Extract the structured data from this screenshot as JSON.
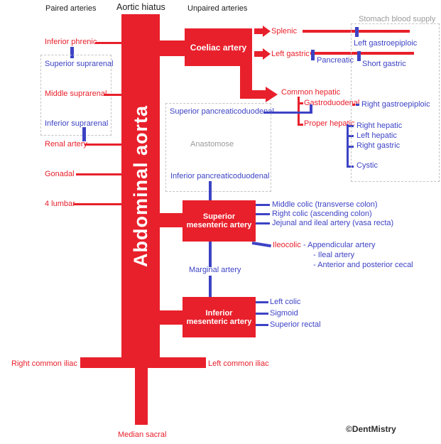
{
  "header": {
    "paired_arteries": "Paired arteries",
    "aortic_hiatus": "Aortic hiatus",
    "unpaired_arteries": "Unpaired arteries"
  },
  "aorta_label": "Abdominal aorta",
  "paired": {
    "inferior_phrenic": "Inferior phrenic",
    "superior_suprarenal": "Superior suprarenal",
    "middle_suprarenal": "Middle suprarenal",
    "inferior_suprarenal": "Inferior suprarenal",
    "renal_artery": "Renal artery",
    "gonadal": "Gonadal",
    "lumbar": "4 lumbar"
  },
  "coeliac": {
    "title": "Coeliac artery",
    "splenic": "Splenic",
    "left_gastric": "Left gastric",
    "pancreatic": "Pancreatic",
    "common_hepatic": "Common hepatic",
    "gastroduodenal": "Gastroduodenal",
    "right_gastroepiploic": "Right gastroepiploic",
    "proper_hepatic": "Proper hepatic",
    "proper_hepatic_branches": [
      "Right hepatic",
      "Left hepatic",
      "Right gastric",
      "Cystic"
    ]
  },
  "stomach_box": {
    "title": "Stomach blood supply",
    "left_gastroepiploic": "Left gastroepiploic",
    "short_gastric": "Short gastric"
  },
  "anastomose_box": {
    "superior_pancreaticoduodenal": "Superior pancreaticoduodenal",
    "label": "Anastomose",
    "inferior_pancreaticoduodenal": "Inferior pancreaticoduodenal"
  },
  "sma": {
    "title": "Superior mesenteric artery",
    "branches": [
      "Middle colic (transverse colon)",
      "Right colic (ascending colon)",
      "Jejunal and ileal artery (vasa recta)"
    ],
    "ileocolic": "Ileocolic",
    "ileocolic_branches": [
      " - Appendicular artery",
      "- Ileal artery",
      "- Anterior and posterior cecal"
    ],
    "marginal_artery": "Marginal artery"
  },
  "ima": {
    "title": "Inferior mesenteric artery",
    "branches": [
      "Left colic",
      "Sigmoid",
      "Superior rectal"
    ]
  },
  "bottom": {
    "right_common_iliac": "Right common iliac",
    "left_common_iliac": "Left common iliac",
    "median_sacral": "Median sacral"
  },
  "credit": "©DentMistry",
  "colors": {
    "red": "#e8202b",
    "blue": "#3d43c4",
    "gray": "#9a9a9a",
    "ink": "#1d1d1d"
  }
}
